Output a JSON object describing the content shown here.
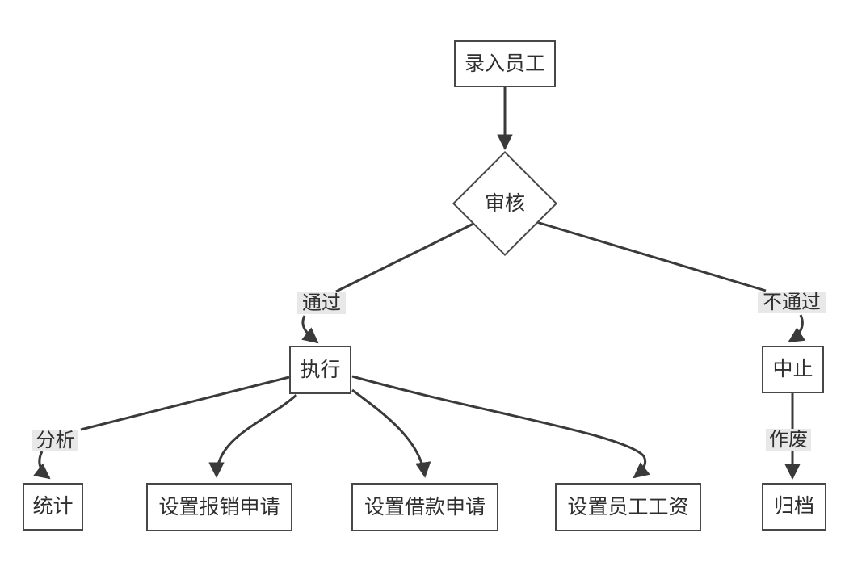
{
  "diagram": {
    "type": "flowchart",
    "nodes": {
      "start": {
        "label": "录入员工",
        "shape": "rect"
      },
      "review": {
        "label": "审核",
        "shape": "diamond"
      },
      "execute": {
        "label": "执行",
        "shape": "rect"
      },
      "abort": {
        "label": "中止",
        "shape": "rect"
      },
      "stats": {
        "label": "统计",
        "shape": "rect"
      },
      "reimburse": {
        "label": "设置报销申请",
        "shape": "rect"
      },
      "loan": {
        "label": "设置借款申请",
        "shape": "rect"
      },
      "salary": {
        "label": "设置员工工资",
        "shape": "rect"
      },
      "archive": {
        "label": "归档",
        "shape": "rect"
      }
    },
    "edge_labels": {
      "pass": "通过",
      "fail": "不通过",
      "analyze": "分析",
      "void": "作废"
    },
    "edges": [
      {
        "from": "start",
        "to": "review",
        "label": ""
      },
      {
        "from": "review",
        "to": "execute",
        "label": "通过"
      },
      {
        "from": "review",
        "to": "abort",
        "label": "不通过"
      },
      {
        "from": "execute",
        "to": "stats",
        "label": "分析"
      },
      {
        "from": "execute",
        "to": "reimburse",
        "label": ""
      },
      {
        "from": "execute",
        "to": "loan",
        "label": ""
      },
      {
        "from": "execute",
        "to": "salary",
        "label": ""
      },
      {
        "from": "abort",
        "to": "archive",
        "label": "作废"
      }
    ],
    "colors": {
      "line": "#3a3a3a",
      "node_border": "#474747",
      "node_fill": "#ffffff",
      "edge_label_bg": "#e8e8e8",
      "text": "#2f2f2f",
      "background": "#ffffff"
    }
  }
}
